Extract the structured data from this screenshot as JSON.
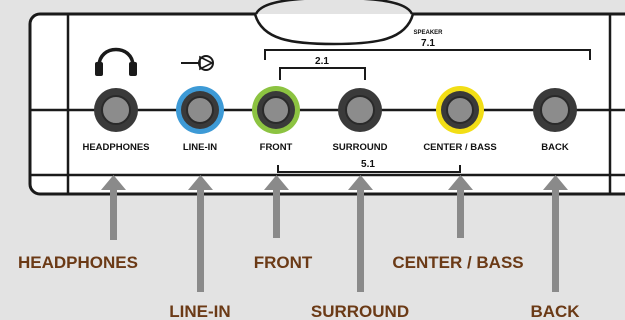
{
  "colors": {
    "background": "#e3e3e3",
    "panel": "#ffffff",
    "outline": "#1a1a1a",
    "arrow": "#8a8a8a",
    "callout_text": "#6b3a16",
    "jack_outer": "#3a3a3a",
    "jack_inner": "#8c8c8c",
    "ring_line_in": "#3d9ad6",
    "ring_front": "#8cc341",
    "ring_center_bass": "#f2de16"
  },
  "panel": {
    "speaker_label": "SPEAKER",
    "bracket_71": "7.1",
    "bracket_21": "2.1",
    "bracket_51": "5.1",
    "headphones_icon": "headphones-icon",
    "line_in_icon": "line-in-icon"
  },
  "jacks": [
    {
      "id": "headphones",
      "label": "HEADPHONES",
      "ring": "none"
    },
    {
      "id": "line-in",
      "label": "LINE-IN",
      "ring": "blue"
    },
    {
      "id": "front",
      "label": "FRONT",
      "ring": "green"
    },
    {
      "id": "surround",
      "label": "SURROUND",
      "ring": "none"
    },
    {
      "id": "center-bass",
      "label": "CENTER / BASS",
      "ring": "yellow"
    },
    {
      "id": "back",
      "label": "BACK",
      "ring": "none"
    }
  ],
  "callouts": [
    {
      "id": "headphones",
      "label": "HEADPHONES"
    },
    {
      "id": "line-in",
      "label": "LINE-IN"
    },
    {
      "id": "front",
      "label": "FRONT"
    },
    {
      "id": "surround",
      "label": "SURROUND"
    },
    {
      "id": "center-bass",
      "label": "CENTER / BASS"
    },
    {
      "id": "back",
      "label": "BACK"
    }
  ]
}
